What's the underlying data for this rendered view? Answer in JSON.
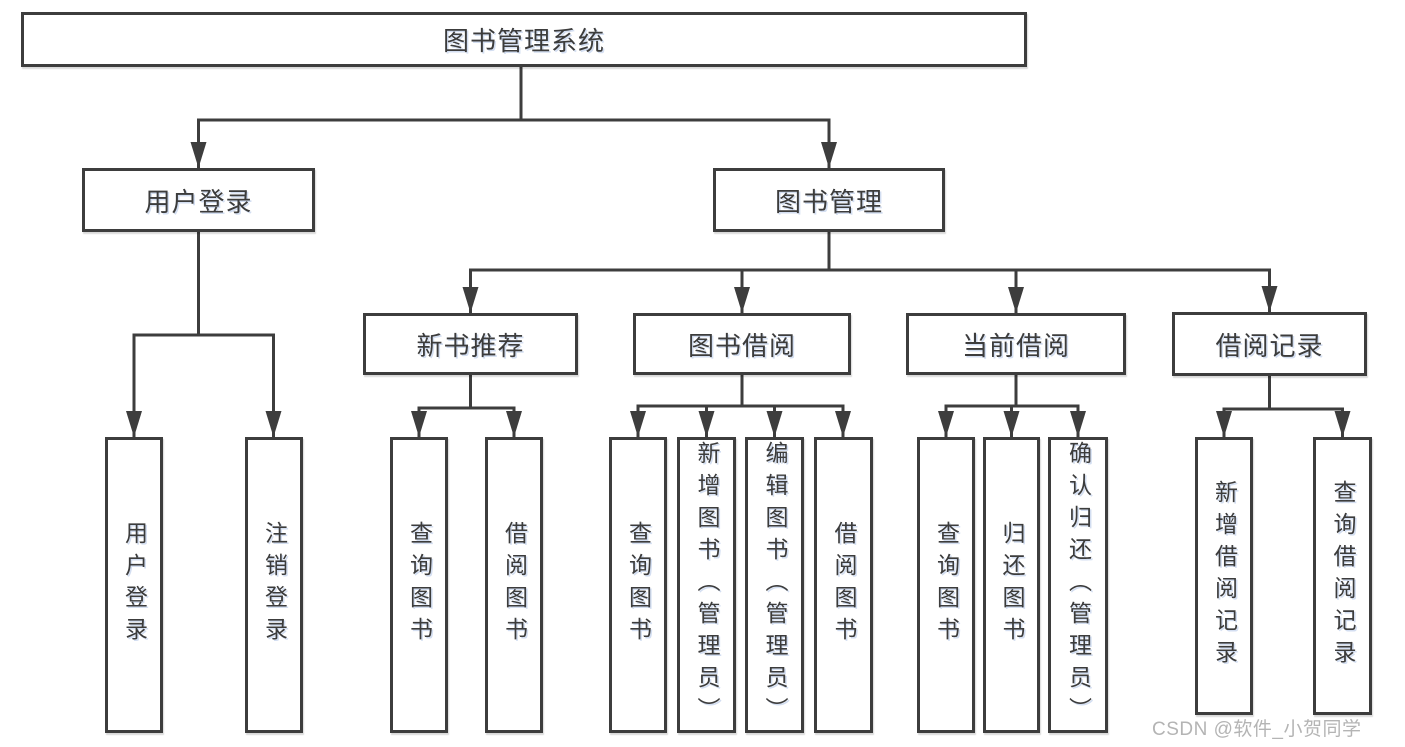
{
  "diagram": {
    "type": "tree",
    "title": "图书管理系统"
  },
  "nodes": {
    "root": {
      "label": "图书管理系统"
    },
    "user_login": {
      "label": "用户登录"
    },
    "book_mgmt": {
      "label": "图书管理"
    },
    "new_book_rec": {
      "label": "新书推荐"
    },
    "book_borrow": {
      "label": "图书借阅"
    },
    "current_borrow": {
      "label": "当前借阅"
    },
    "borrow_records": {
      "label": "借阅记录"
    },
    "leaf_user_login": {
      "label": "用户登录"
    },
    "leaf_logout": {
      "label": "注销登录"
    },
    "leaf_nr_query": {
      "label": "查询图书"
    },
    "leaf_nr_borrow": {
      "label": "借阅图书"
    },
    "leaf_bb_query": {
      "label": "查询图书"
    },
    "leaf_bb_add": {
      "label": "新增图书（管理员）"
    },
    "leaf_bb_edit": {
      "label": "编辑图书（管理员）"
    },
    "leaf_bb_borrow": {
      "label": "借阅图书"
    },
    "leaf_cb_query": {
      "label": "查询图书"
    },
    "leaf_cb_return": {
      "label": "归还图书"
    },
    "leaf_cb_confirm": {
      "label": "确认归还（管理员）"
    },
    "leaf_br_add": {
      "label": "新增借阅记录"
    },
    "leaf_br_query": {
      "label": "查询借阅记录"
    }
  },
  "edges": [
    {
      "from": "root",
      "to": "user_login"
    },
    {
      "from": "root",
      "to": "book_mgmt"
    },
    {
      "from": "user_login",
      "to": "leaf_user_login"
    },
    {
      "from": "user_login",
      "to": "leaf_logout"
    },
    {
      "from": "book_mgmt",
      "to": "new_book_rec"
    },
    {
      "from": "book_mgmt",
      "to": "book_borrow"
    },
    {
      "from": "book_mgmt",
      "to": "current_borrow"
    },
    {
      "from": "book_mgmt",
      "to": "borrow_records"
    },
    {
      "from": "new_book_rec",
      "to": "leaf_nr_query"
    },
    {
      "from": "new_book_rec",
      "to": "leaf_nr_borrow"
    },
    {
      "from": "book_borrow",
      "to": "leaf_bb_query"
    },
    {
      "from": "book_borrow",
      "to": "leaf_bb_add"
    },
    {
      "from": "book_borrow",
      "to": "leaf_bb_edit"
    },
    {
      "from": "book_borrow",
      "to": "leaf_bb_borrow"
    },
    {
      "from": "current_borrow",
      "to": "leaf_cb_query"
    },
    {
      "from": "current_borrow",
      "to": "leaf_cb_return"
    },
    {
      "from": "current_borrow",
      "to": "leaf_cb_confirm"
    },
    {
      "from": "borrow_records",
      "to": "leaf_br_add"
    },
    {
      "from": "borrow_records",
      "to": "leaf_br_query"
    }
  ],
  "watermark": "CSDN @软件_小贺同学",
  "colors": {
    "line": "#3d3d3d",
    "text": "#3c3c3c",
    "box_fill": "#ffffff",
    "watermark": "#b4b4b4",
    "background": "#ffffff"
  }
}
